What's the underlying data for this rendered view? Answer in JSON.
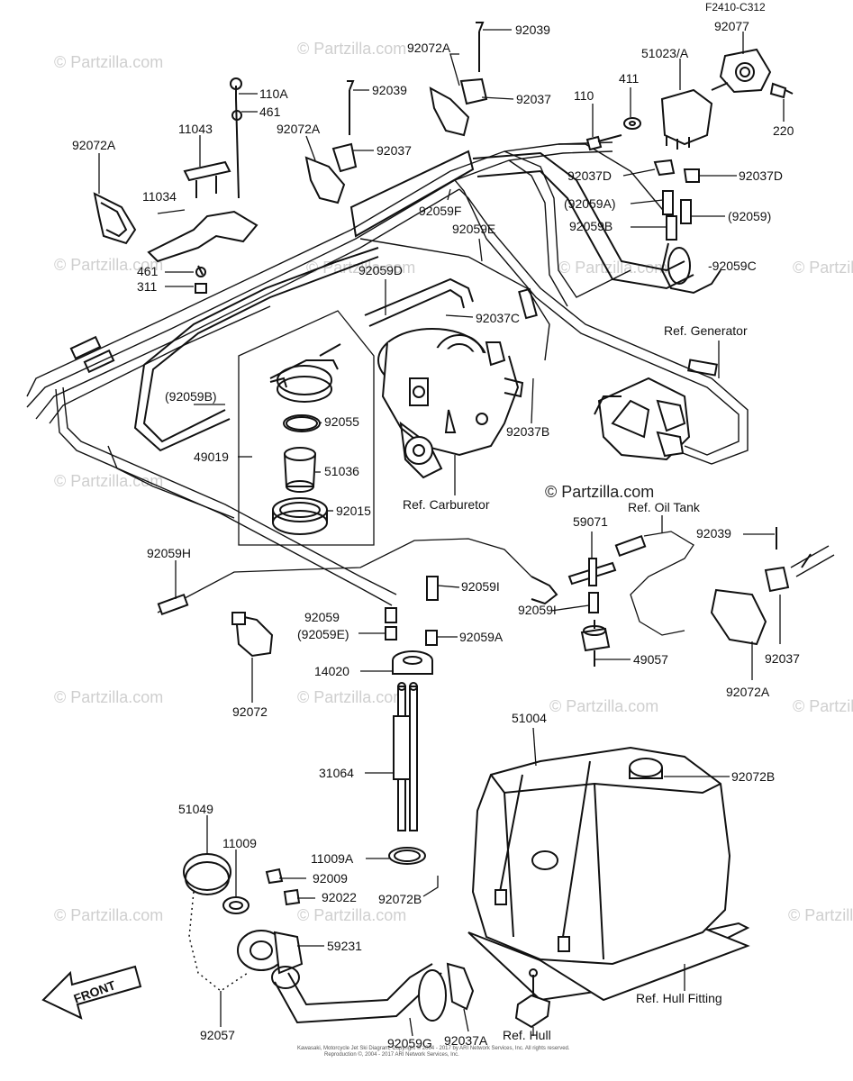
{
  "figure_code": "F2410-C312",
  "watermarks": [
    "© Partzilla.com"
  ],
  "watermark_strong": "© Partzilla.com",
  "front_arrow_label": "FRONT",
  "footer_lines": [
    "Kawasaki, Motorcycle Jet Ski Diagram, Copyright © 2004 - 2017 by ARI Network Services, Inc. All rights reserved.",
    "Reproduction ©, 2004 - 2017 ARI Network Services, Inc."
  ],
  "labels": [
    "92039",
    "92072A",
    "92037",
    "92039",
    "110A",
    "461",
    "92072A",
    "92037",
    "11043",
    "92072A",
    "11034",
    "461",
    "311",
    "92077",
    "51023/A",
    "411",
    "110",
    "220",
    "92037D",
    "92037D",
    "(92059A)",
    "92059B",
    "(92059)",
    "-92059C",
    "92059F",
    "92059E",
    "92059D",
    "92037C",
    "Ref. Generator",
    "(92059B)",
    "92055",
    "49019",
    "51036",
    "92015",
    "92037B",
    "Ref. Carburetor",
    "Ref. Oil Tank",
    "59071",
    "92039",
    "92059H",
    "92059I",
    "92059I",
    "92059",
    "(92059E)",
    "92059A",
    "49057",
    "92037",
    "92072A",
    "92072",
    "14020",
    "51004",
    "92072B",
    "31064",
    "51049",
    "11009",
    "11009A",
    "92009",
    "92022",
    "92072B",
    "59231",
    "Ref. Hull Fitting",
    "92037A",
    "Ref. Hull",
    "92057",
    "92059G"
  ]
}
